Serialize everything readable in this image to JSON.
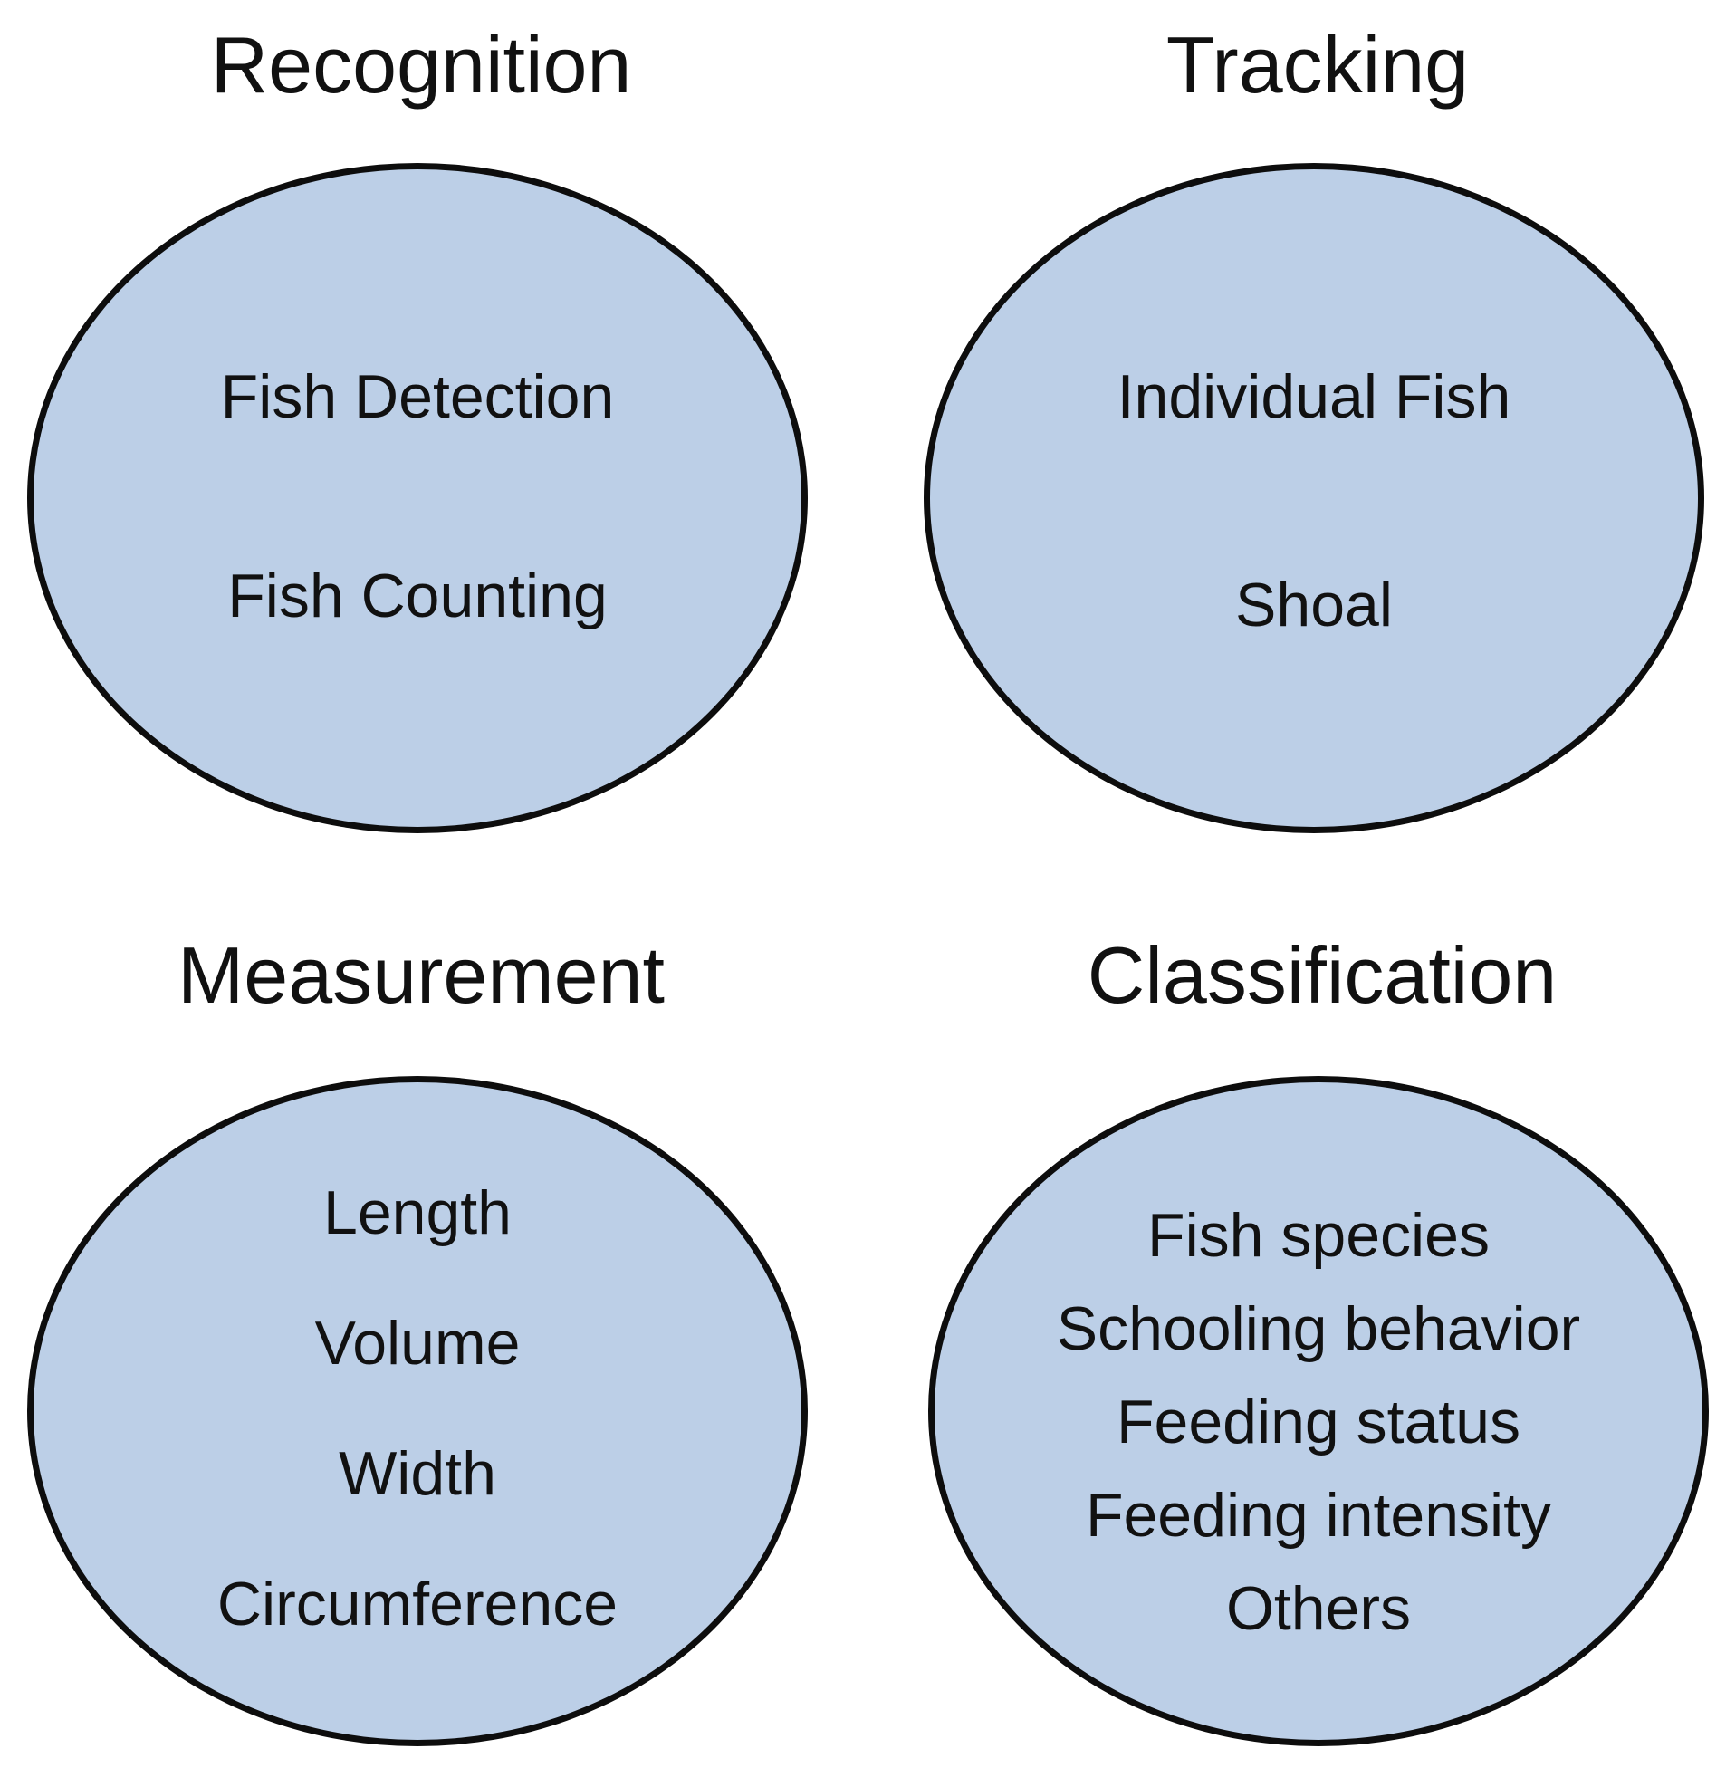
{
  "colors": {
    "ellipse_fill": "#bccfe7",
    "ellipse_stroke": "#0d0d0d",
    "text": "#111111",
    "background": "#ffffff"
  },
  "recognition": {
    "title": "Recognition",
    "items": [
      "Fish Detection",
      "Fish Counting"
    ]
  },
  "tracking": {
    "title": "Tracking",
    "items": [
      "Individual Fish",
      "Shoal"
    ]
  },
  "measurement": {
    "title": "Measurement",
    "items": [
      "Length",
      "Volume",
      "Width",
      "Circumference"
    ]
  },
  "classification": {
    "title": "Classification",
    "items": [
      "Fish species",
      "Schooling behavior",
      "Feeding status",
      "Feeding intensity",
      "Others"
    ]
  }
}
